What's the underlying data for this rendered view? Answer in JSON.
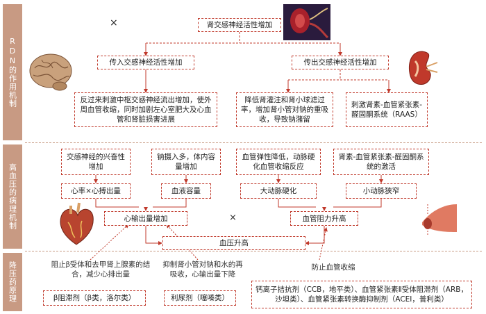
{
  "sections": {
    "rdn": "RDN的作用机制",
    "patho": "高血压的病理机制",
    "drug": "降压药原理"
  },
  "rdn": {
    "renal_sympathetic": "肾交感神经活性增加",
    "afferent": "传入交感神经活性增加",
    "efferent": "传出交感神经活性增加",
    "central_effect": "反过来刺激中枢交感神经流出增加，使外周血管收缩，同时加剧左心室肥大及心血管和肾脏损害进展",
    "renal_effect": "降低肾灌注和肾小球滤过率，增加肾小管对钠的重吸收，导致钠潴留",
    "raas_effect": "刺激肾素-血管紧张素-醛固酮系统（RAAS）",
    "cross_mark": "×"
  },
  "patho": {
    "sympathetic_excite": "交感神经的兴奋性增加",
    "sodium_intake": "钠摄入多，体内容量增加",
    "vessel_elasticity": "血管弹性降低，动脉硬化血管收缩反应",
    "raas_activation": "肾素-血管紧张素-醛固酮系统的激活",
    "heart_rate": "心率×心搏出量",
    "blood_volume": "血液容量",
    "artery_hardening": "大动脉硬化",
    "arteriole_narrow": "小动脉狭窄",
    "cardiac_output": "心输出量增加",
    "vascular_resistance": "血管阻力升高",
    "times_mark": "×",
    "hypertension": "血压升高"
  },
  "drug": {
    "beta_mechanism": "阻止β受体和去甲肾上腺素的结合，减少心排出量",
    "diuretic_mechanism": "抑制肾小管对钠和水的再吸收，心输出量下降",
    "vaso_mechanism": "防止血管收缩",
    "beta_blocker": "β阻滞剂（β类，洛尔类）",
    "diuretic": "利尿剂（噻嗪类）",
    "vasodilators": "钙离子拮抗剂（CCB，地平类）、血管紧张素Ⅱ受体阻滞剂（ARB，沙坦类）、血管紧张素转换酶抑制剂（ACEI，普利类）"
  },
  "colors": {
    "arrow": "#c0392b",
    "side": "#c89a83",
    "divider": "#c89a83"
  },
  "icons": [
    "kidney-artery-image",
    "brain-image",
    "kidney-image",
    "heart-image",
    "vessel-image"
  ]
}
